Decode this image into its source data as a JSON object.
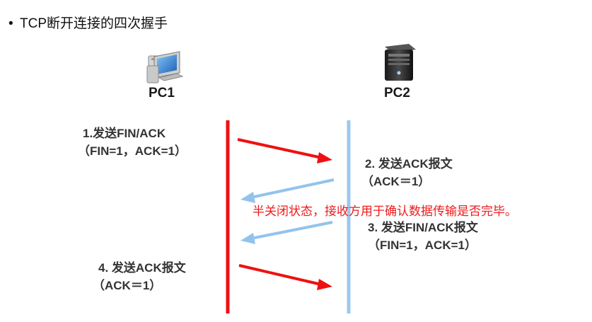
{
  "title": "TCP断开连接的四次握手",
  "bullet": "•",
  "hosts": {
    "pc1": {
      "label": "PC1",
      "icon": "desktop-pc-icon"
    },
    "pc2": {
      "label": "PC2",
      "icon": "server-tower-icon"
    }
  },
  "steps": [
    {
      "line1": "1.发送FIN/ACK",
      "line2": "（FIN=1，ACK=1）"
    },
    {
      "line1": "2. 发送ACK报文",
      "line2": "（ACK＝1）"
    },
    {
      "line1": "3. 发送FIN/ACK报文",
      "line2": "（FIN=1，ACK=1）"
    },
    {
      "line1": "4. 发送ACK报文",
      "line2": "（ACK＝1）"
    }
  ],
  "note": "半关闭状态，接收方用于确认数据传输是否完毕。",
  "colors": {
    "pc1_line": "#ee1111",
    "pc2_line": "#9cc8ee",
    "arrow_to_pc2": "#ee1111",
    "arrow_to_pc1": "#93c3ec",
    "note": "#f01a1a"
  }
}
